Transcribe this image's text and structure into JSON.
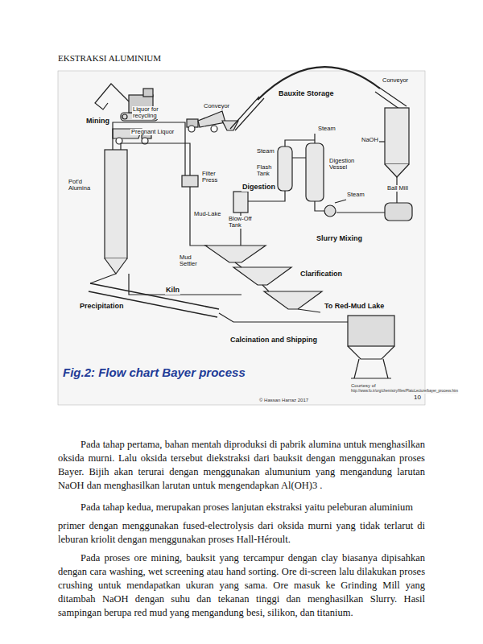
{
  "diagram": {
    "title": "EKSTRAKSI ALUMINIUM",
    "caption": "Fig.2: Flow chart Bayer process",
    "labels": [
      "Mining",
      "Conveyor",
      "Bauxite Storage",
      "Conveyor",
      "Liquor for recycling",
      "Pregnant Liquor",
      "Steam",
      "NaOH",
      "Steam",
      "Flash Tank",
      "Digestion Vessel",
      "Filter Press",
      "Digestion",
      "Pot'd Alumina",
      "Steam",
      "Ball Mill",
      "Mud-Lake",
      "Blow-Off Tank",
      "Slurry Mixing",
      "Mud Settler",
      "Clarification",
      "Precipitation",
      "Kiln",
      "To Red-Mud Lake",
      "Calcination and Shipping",
      "Courtesy of",
      "http://www.fo.ir/org/chemistry/files/PlatoLecture/bayer_process.htm",
      "© Hassan Harraz 2017",
      "10",
      "Pada tahap pertama, bahan mentah diproduksi di pabrik alumina untuk menghasilkan oksida murni. Lalu oksida tersebut diekstraksi dari bauksit dengan menggunakan proses Bayer. Bijih akan terurai dengan menggunakan alumunium yang mengandung larutan NaOH dan menghasilkan larutan untuk mengendapkan Al(OH)3 .",
      "Pada tahap kedua, merupakan proses lanjutan ekstraksi yaitu peleburan aluminium",
      "primer dengan menggunakan fused-electrolysis dari oksida murni yang tidak terlarut di leburan kriolit dengan menggunakan proses Hall-Héroult.",
      "Pada proses ore mining, bauksit yang tercampur dengan clay biasanya dipisahkan dengan cara washing, wet screening atau hand sorting. Ore di-screen lalu dilakukan proses crushing untuk mendapatkan ukuran yang sama. Ore masuk ke Grinding Mill yang ditambah NaOH dengan suhu dan tekanan tinggi dan menghasilkan Slurry. Hasil sampingan berupa red mud yang mengandung besi, silikon, dan titanium."
    ]
  }
}
